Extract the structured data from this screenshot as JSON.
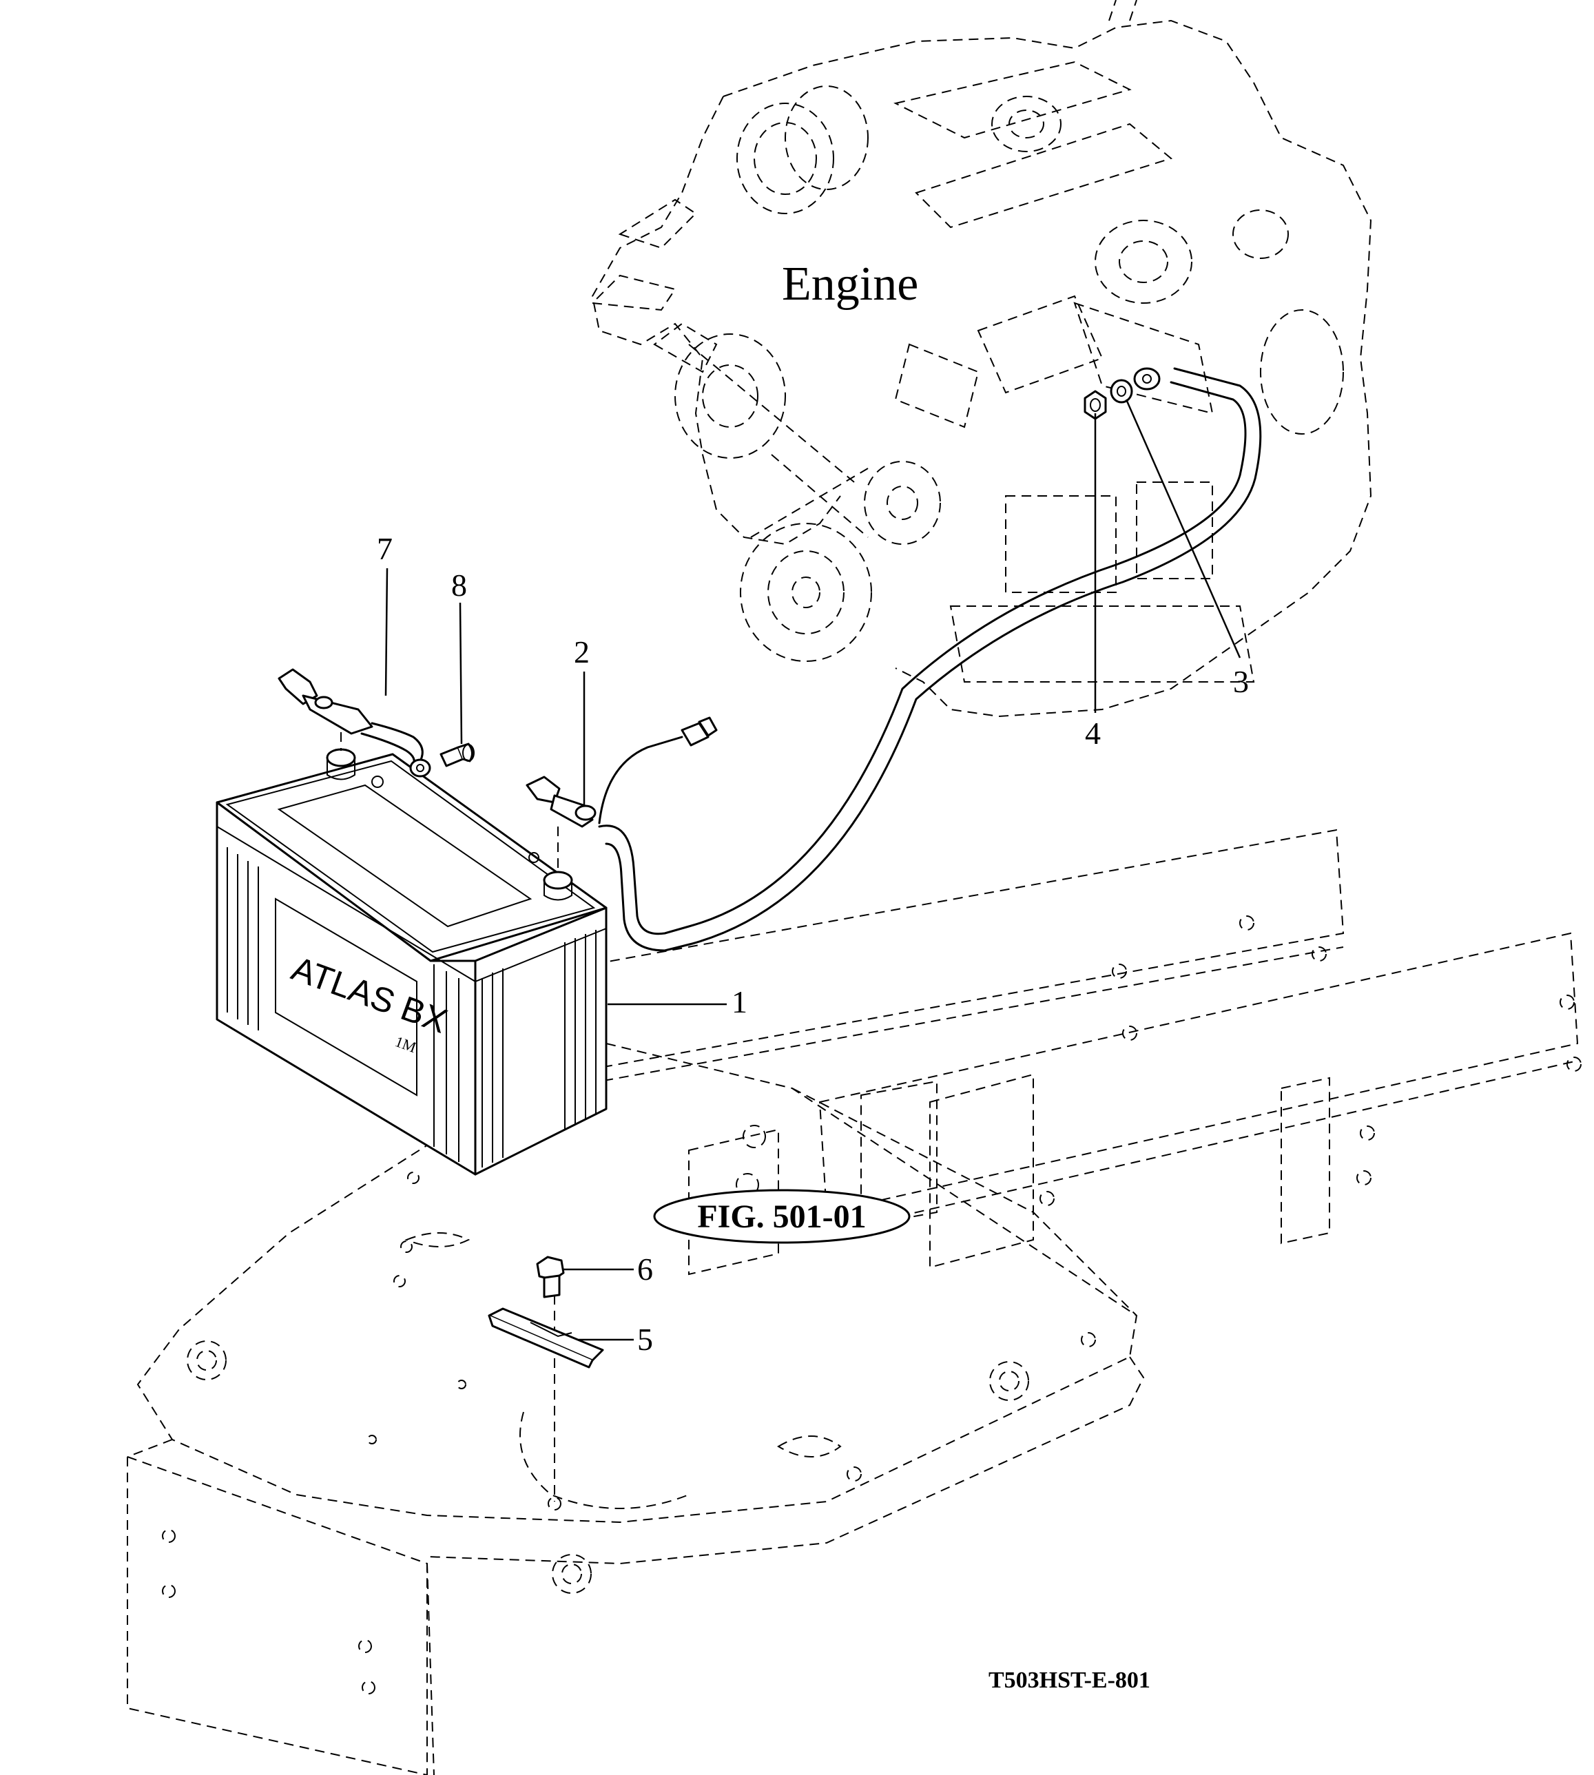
{
  "labels": {
    "engine": "Engine",
    "figure_ref": "FIG. 501-01",
    "drawing_number": "T503HST-E-801",
    "battery_brand": "ATLAS  BX",
    "battery_brand_suffix": "1M"
  },
  "callouts": [
    "1",
    "2",
    "3",
    "4",
    "5",
    "6",
    "7",
    "8"
  ]
}
